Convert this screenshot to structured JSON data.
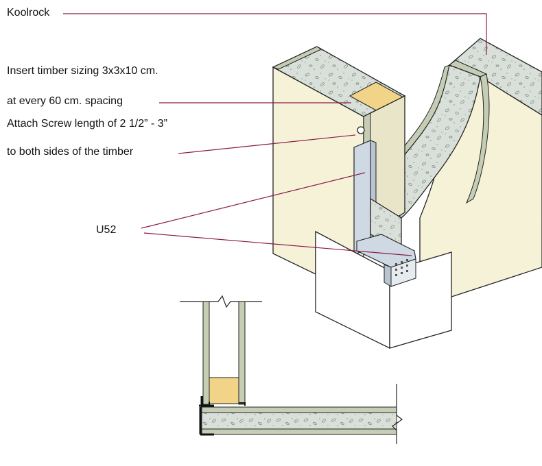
{
  "labels": {
    "koolrock": "Koolrock",
    "timber_line1": "Insert timber sizing 3x3x10 cm.",
    "timber_line2": "at every 60 cm. spacing",
    "screw_line1": "Attach Screw length of  2 1/2” - 3”",
    "screw_line2": "to both sides of the timber",
    "u52": "U52"
  },
  "colors": {
    "leader": "#8b1a4a",
    "board": "#f5f2d8",
    "panel_core": "#d8dfd8",
    "panel_face": "#c5cdb5",
    "timber": "#f2d489",
    "steel": "#cfd9e3",
    "outline": "#222222"
  }
}
